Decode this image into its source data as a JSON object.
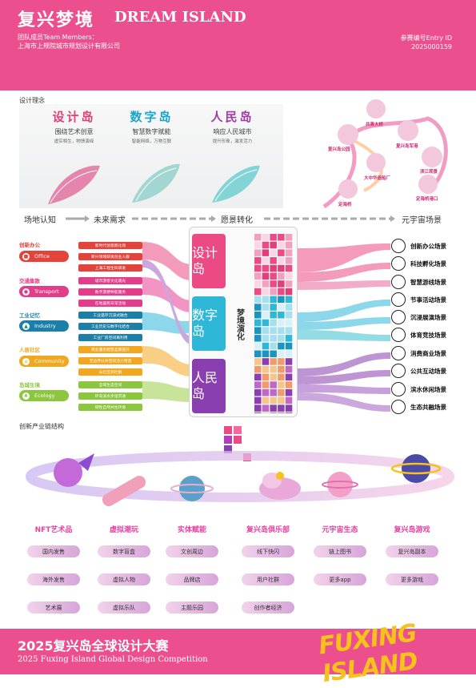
{
  "header": {
    "title_cn": "复兴梦境",
    "title_en": "DREAM ISLAND",
    "team_label": "团队成员Team Members：",
    "team_name": "上海市上规院城市规划设计有限公司",
    "entry_label": "参赛编号Entry ID",
    "entry_id": "2025000159"
  },
  "concept": {
    "section_title": "设计理念",
    "cards": [
      {
        "title": "设计岛",
        "sub": "围绕艺术创意",
        "desc": "虚实相生，物馈演绎",
        "color": "#e0407a"
      },
      {
        "title": "数字岛",
        "sub": "智慧数字赋能",
        "desc": "智能网络，万物互联",
        "color": "#1aa5c8"
      },
      {
        "title": "人民岛",
        "sub": "响应人民城市",
        "desc": "提升形象，激发活力",
        "color": "#a13ca6"
      }
    ]
  },
  "map": {
    "labels": [
      "复兴岛公园",
      "共青大桥",
      "复兴岛军港",
      "大中华造船厂",
      "滨江观景",
      "定海桥",
      "定海桥港口"
    ]
  },
  "flow": {
    "steps": [
      "场地认知",
      "未来需求",
      "愿景转化",
      "元宇宙场景"
    ]
  },
  "categories": [
    {
      "head": "创新办公",
      "name": "Office",
      "color": "#e2433b",
      "tags": [
        "新时代创意孵化场",
        "新兴领域研发创业人群",
        "上海工程生科研发"
      ]
    },
    {
      "head": "交通集散",
      "name": "Transport",
      "color": "#e23d8a",
      "tags": [
        "城市游客文化观光",
        "数字游憩导航服务",
        "在地居民日常活动"
      ]
    },
    {
      "head": "工业记忆",
      "name": "Industry",
      "color": "#1c7fa8",
      "tags": [
        "工业遗存沉浸式融合",
        "工业历史与数字化结合",
        "工业厂房空间再利用"
      ]
    },
    {
      "head": "人居社区",
      "name": "Community",
      "color": "#f0a820",
      "tags": [
        "商业服务配套品质提升",
        "无边界公共空间活力营造",
        "从社区到社群"
      ]
    },
    {
      "head": "岛城生境",
      "name": "Ecology",
      "color": "#8cc63f",
      "tags": [
        "全域生态空间",
        "环岛滨水步道贯通",
        "韧性自然共生环境"
      ]
    }
  ],
  "islands": [
    {
      "name": "设计岛",
      "color": "#ec4a84"
    },
    {
      "name": "数字岛",
      "color": "#2fb7d8"
    },
    {
      "name": "人民岛",
      "color": "#8a3fb0"
    }
  ],
  "evolve_label": "梦境演化",
  "scenes": [
    "创新办公场景",
    "科技孵化场景",
    "智慧游线场景",
    "节事活动场景",
    "沉浸展演场景",
    "体育竞技场景",
    "消费商业场景",
    "公共互动场景",
    "滨水休闲场景",
    "生态共融场景"
  ],
  "industry": {
    "section_title": "创新产业链结构",
    "columns": [
      {
        "title": "NFT艺术品",
        "items": [
          "国内发售",
          "海外发售",
          "艺术展"
        ]
      },
      {
        "title": "虚拟潮玩",
        "items": [
          "数字盲盒",
          "虚拟人物",
          "虚拟乐队"
        ]
      },
      {
        "title": "实体赋能",
        "items": [
          "文创周边",
          "品牌店",
          "主题乐园"
        ]
      },
      {
        "title": "复兴岛俱乐部",
        "items": [
          "线下快闪",
          "用户社群",
          "创作者经济"
        ]
      },
      {
        "title": "元宇宙生态",
        "items": [
          "链上图书",
          "更多app"
        ]
      },
      {
        "title": "复兴岛游戏",
        "items": [
          "复兴岛副本",
          "更多游戏"
        ]
      }
    ]
  },
  "footer": {
    "title_cn": "2025复兴岛全球设计大赛",
    "title_en": "2025 Fuxing Island Global Design Competition",
    "logo": "FUXING ISLAND"
  }
}
